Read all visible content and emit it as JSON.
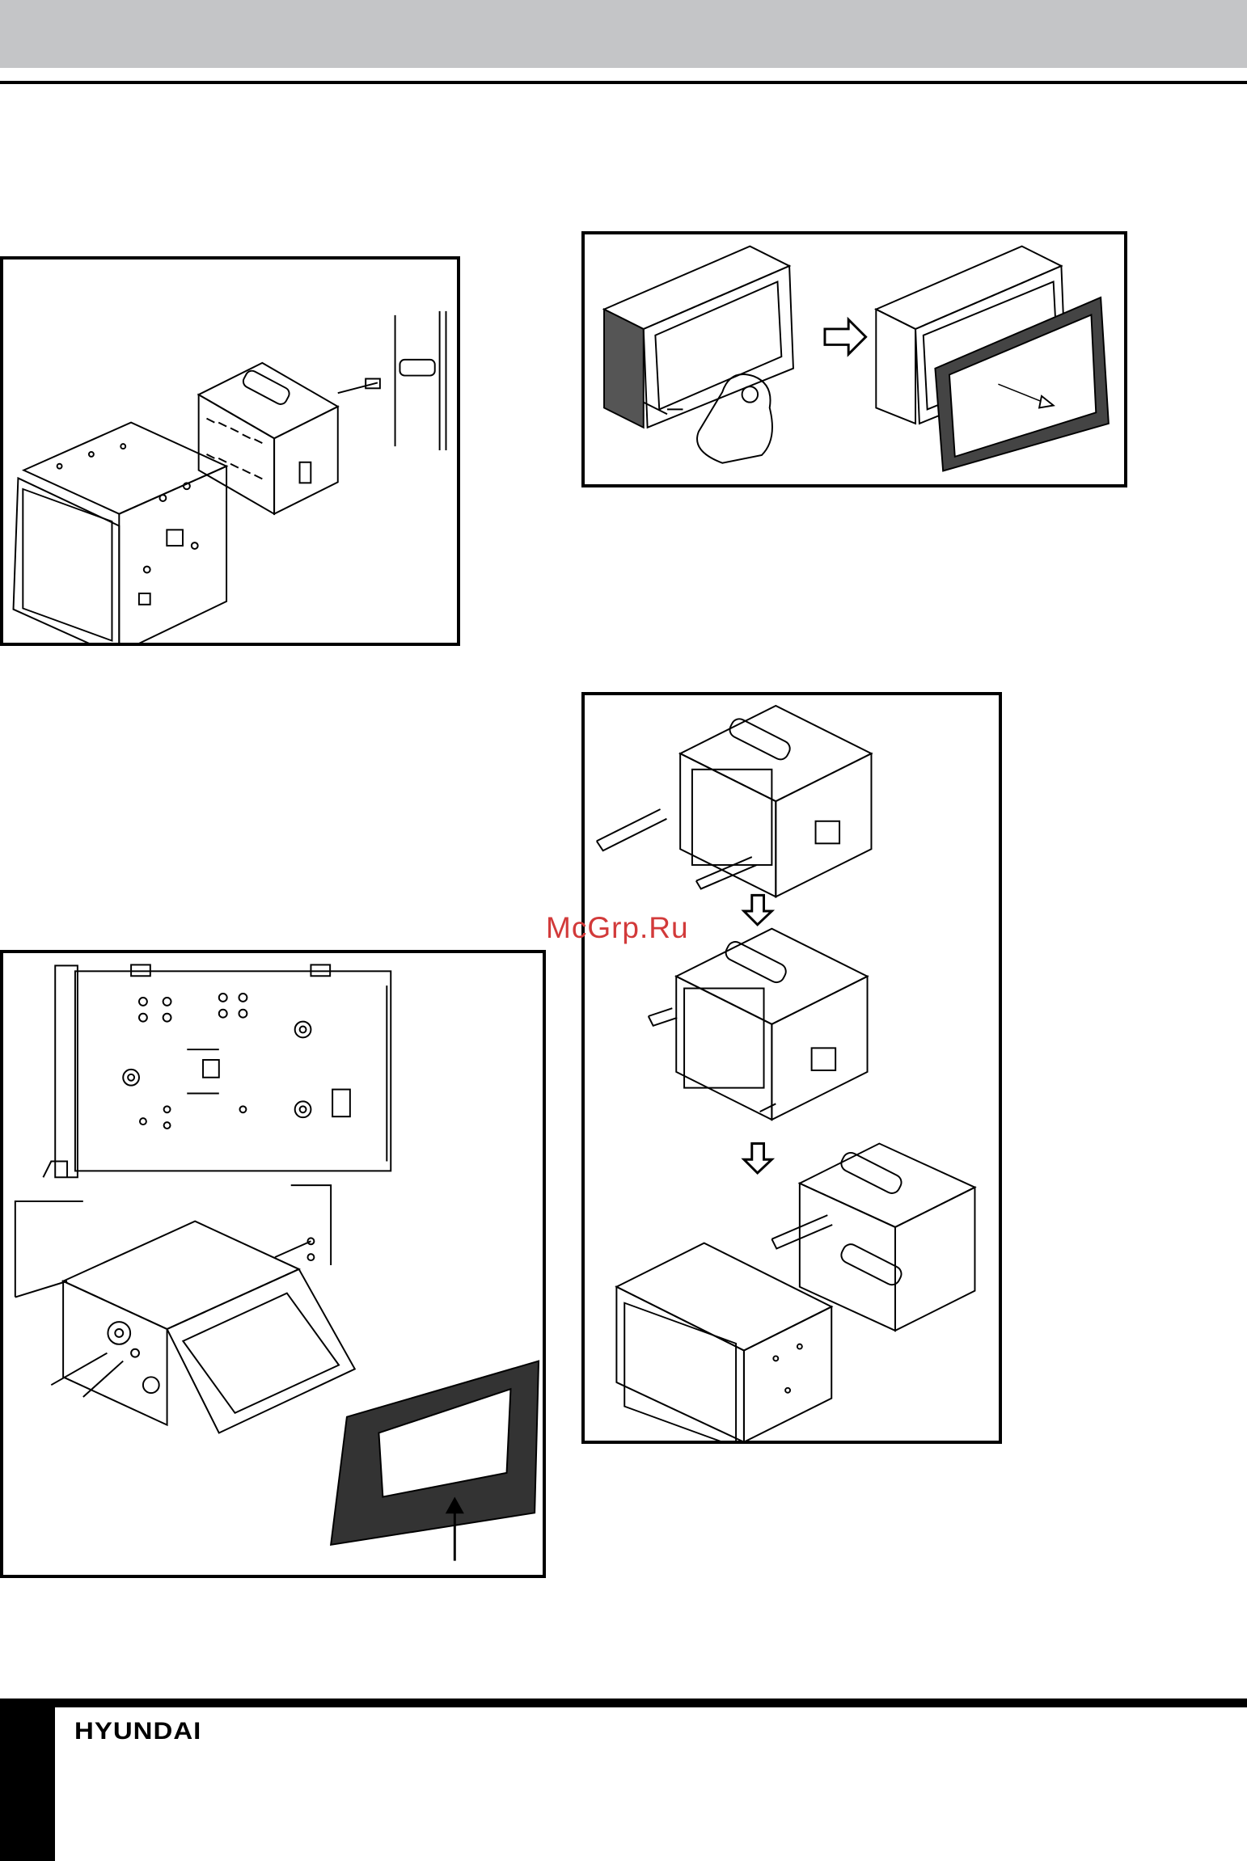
{
  "watermark": {
    "text": "McGrp.Ru"
  },
  "footer": {
    "brand": "HYUNDAI"
  },
  "figures": [
    {
      "name": "fig-cage-install"
    },
    {
      "name": "fig-trim-frame-removal"
    },
    {
      "name": "fig-unit-removal-keys"
    },
    {
      "name": "fig-side-mounting"
    }
  ],
  "colors": {
    "header_band": "#c4c5c7",
    "watermark": "#d23a3a",
    "ink": "#000000"
  }
}
